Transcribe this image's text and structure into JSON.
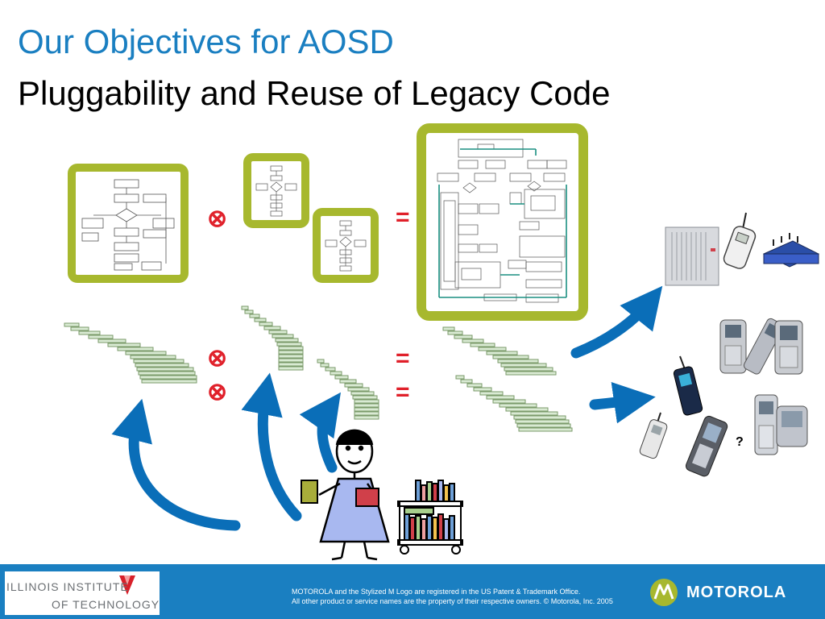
{
  "slide": {
    "title": "Our Objectives for AOSD",
    "subtitle": "Pluggability and Reuse of Legacy Code"
  },
  "operators": {
    "compose": "⊗",
    "equals": "="
  },
  "devices": {
    "question_mark": "?"
  },
  "footer": {
    "iit_line1": "ILLINOIS INSTITUTE",
    "iit_line2": "OF TECHNOLOGY",
    "legal_line1": "MOTOROLA and the Stylized M Logo are registered in the US Patent & Trademark Office.",
    "legal_line2": "All other product or service names are the property of their respective owners. © Motorola, Inc. 2005",
    "brand": "MOTOROLA"
  },
  "colors": {
    "title_blue": "#1a7fc1",
    "frame_green": "#a7b82e",
    "operator_red": "#e0202a",
    "footer_blue": "#1a7fc1",
    "arrow_blue": "#0a6eb8"
  }
}
